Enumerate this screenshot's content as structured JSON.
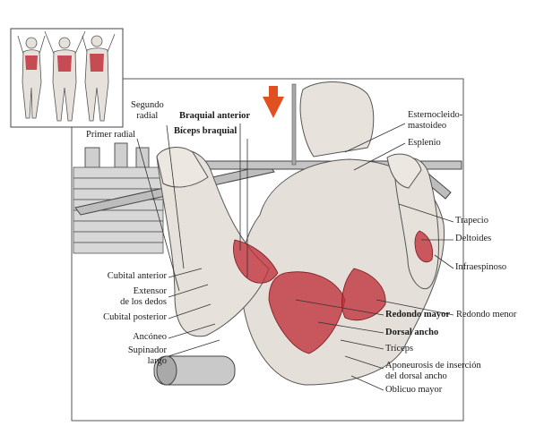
{
  "labels": {
    "segundo_radial": "Segundo\nradial",
    "primer_radial": "Primer radial",
    "braquial_anterior": "Braquial anterior",
    "biceps_braquial": "Bíceps braquial",
    "esternocleido": "Esternocleido-\nmastoideo",
    "esplenio": "Esplenio",
    "trapecio": "Trapecio",
    "deltoides": "Deltoides",
    "infraespinoso": "Infraespinoso",
    "redondo_menor": "Redondo menor",
    "redondo_mayor": "Redondo mayor",
    "dorsal_ancho": "Dorsal ancho",
    "triceps": "Tríceps",
    "aponeurosis": "Aponeurosis de inserción\ndel dorsal ancho",
    "oblicuo_mayor": "Oblicuo mayor",
    "cubital_anterior": "Cubital anterior",
    "extensor_dedos": "Extensor\nde los dedos",
    "cubital_posterior": "Cubital posterior",
    "anconeo": "Ancóneo",
    "supinador_largo": "Supinador\nlargo"
  },
  "colors": {
    "muscle_highlight": "#c0303a",
    "line": "#333333",
    "arrow": "#e05020",
    "skin": "#e9e4df"
  }
}
